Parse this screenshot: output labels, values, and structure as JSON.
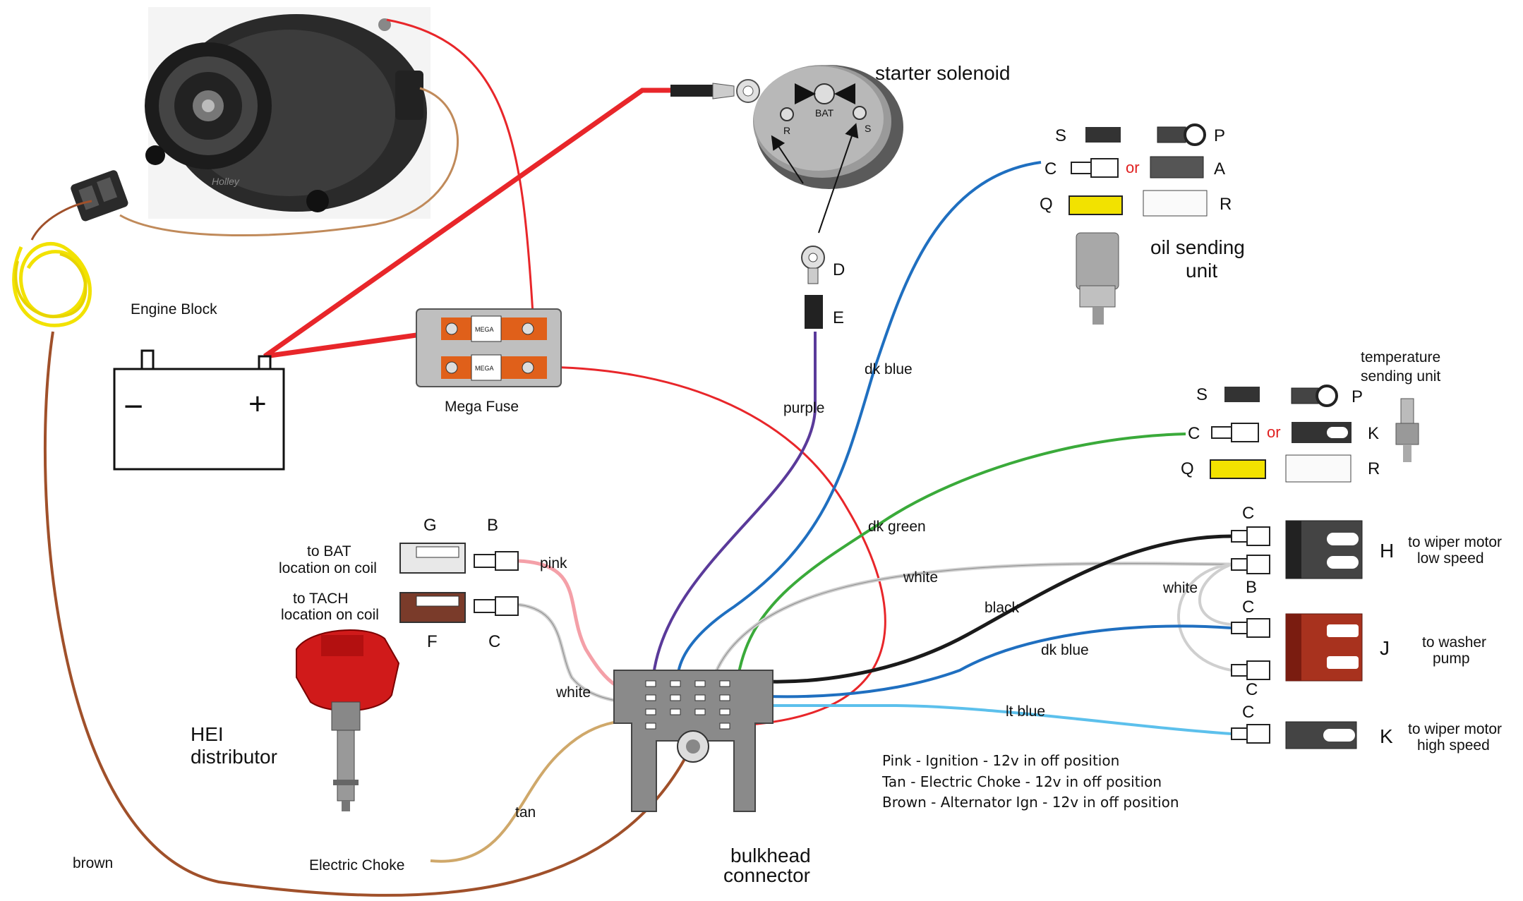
{
  "components": {
    "starter_solenoid": "starter solenoid",
    "solenoid_bat": "BAT",
    "solenoid_r": "R",
    "solenoid_s": "S",
    "oil_sending_unit": "oil sending\nunit",
    "temp_sending_unit": "temperature\nsending unit",
    "engine_block": "Engine Block",
    "battery_minus": "−",
    "battery_plus": "+",
    "mega_fuse": "Mega Fuse",
    "hei_distributor": "HEI\ndistributor",
    "bulkhead_connector": "bulkhead\nconnector",
    "electric_choke": "Electric Choke",
    "to_bat_coil": "to BAT\nlocation on coil",
    "to_tach_coil": "to TACH\nlocation on coil",
    "wiper_low": "to wiper motor\nlow speed",
    "washer_pump": "to washer\npump",
    "wiper_high": "to wiper motor\nhigh speed",
    "alt_brand": "Holley",
    "fuse_small": "MEGA"
  },
  "wire_labels": {
    "purple": "purple",
    "dk_blue_top": "dk blue",
    "dk_green": "dk green",
    "white_top": "white",
    "black": "black",
    "white_right": "white",
    "dk_blue_bottom": "dk blue",
    "lt_blue": "lt blue",
    "pink": "pink",
    "white_left": "white",
    "tan": "tan",
    "brown": "brown"
  },
  "connector_letters": {
    "oil_S": "S",
    "oil_P": "P",
    "oil_C": "C",
    "oil_A": "A",
    "oil_Q": "Q",
    "oil_R": "R",
    "oil_or": "or",
    "temp_S": "S",
    "temp_P": "P",
    "temp_C": "C",
    "temp_K": "K",
    "temp_Q": "Q",
    "temp_R": "R",
    "temp_or": "or",
    "D": "D",
    "E": "E",
    "G": "G",
    "B": "B",
    "F": "F",
    "C": "C",
    "H": "H",
    "J": "J",
    "K": "K",
    "H_C": "C",
    "H_B": "B",
    "J_C1": "C",
    "J_C2": "C",
    "K_C": "C"
  },
  "notes": [
    "Pink - Ignition - 12v in off position",
    "Tan - Electric Choke - 12v in off position",
    "Brown -  Alternator Ign - 12v in off position"
  ],
  "colors": {
    "red": "#e8262a",
    "dk_blue": "#1f6fc0",
    "purple": "#5a3a9a",
    "dk_green": "#3aaa3a",
    "black": "#1a1a1a",
    "white_wire": "#d0d0d0",
    "lt_blue": "#5cc0ec",
    "pink": "#f4a0a8",
    "tan": "#cfa86a",
    "brown": "#a0502a",
    "yellow": "#f2e200",
    "orange": "#e0601a"
  }
}
